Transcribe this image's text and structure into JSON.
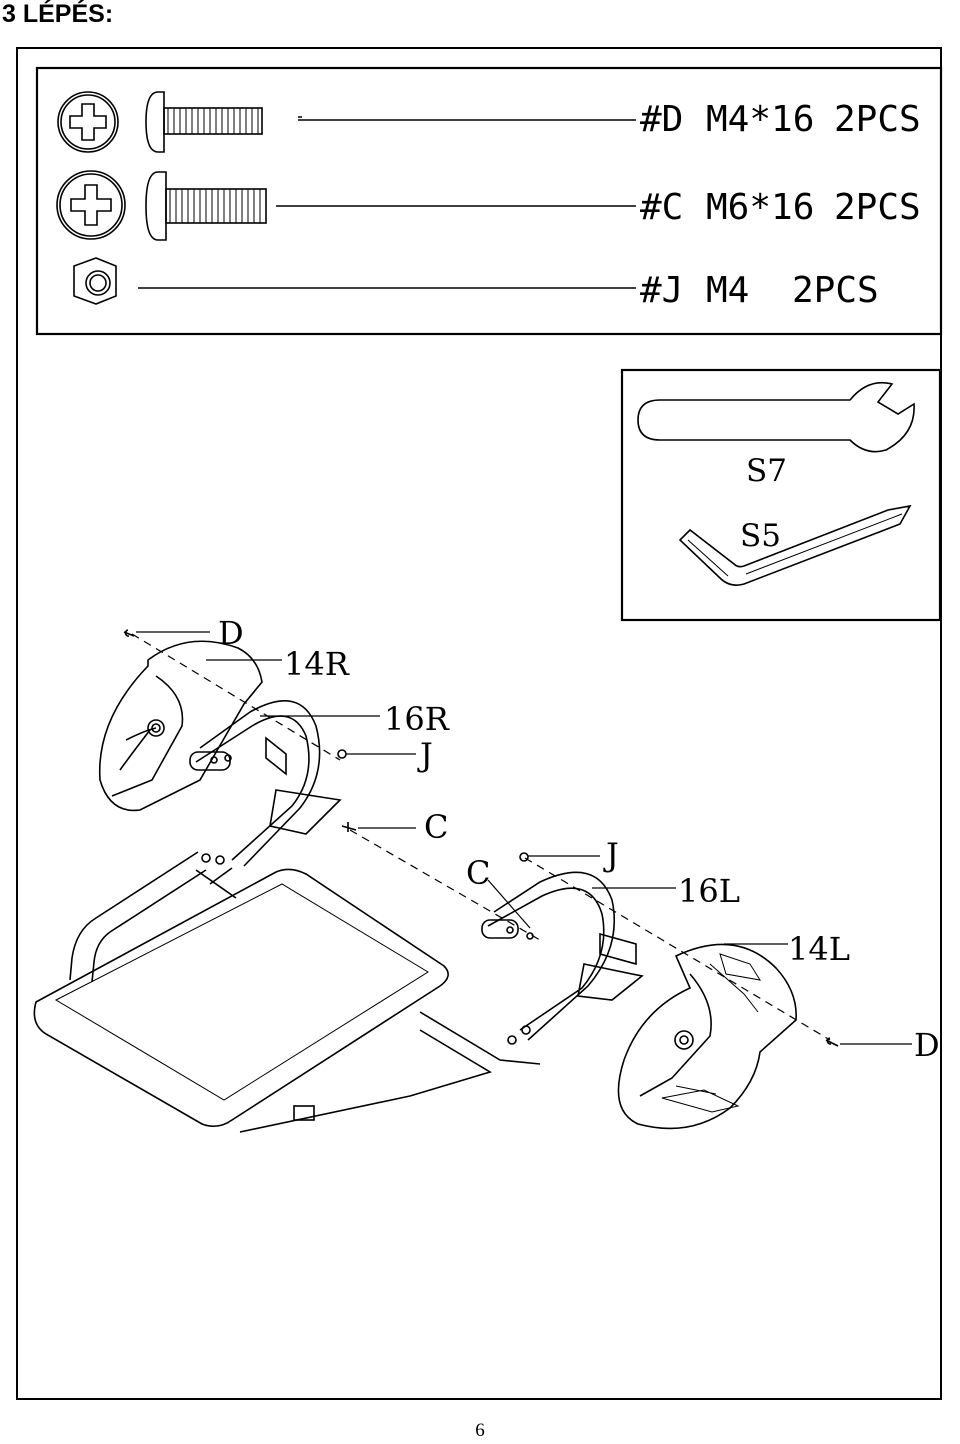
{
  "header": {
    "step_title": "3 LÉPÉS:"
  },
  "hardware": [
    {
      "code": "#D",
      "size": "M4*16",
      "qty": "2PCS"
    },
    {
      "code": "#C",
      "size": "M6*16",
      "qty": "2PCS"
    },
    {
      "code": "#J",
      "size": "M4",
      "qty": "2PCS"
    }
  ],
  "tools": {
    "wrench_label": "S7",
    "hex_key_label": "S5"
  },
  "callouts": {
    "d_top": "D",
    "r14": "14R",
    "r16": "16R",
    "j_right": "J",
    "c_right": "C",
    "c_left": "C",
    "j_left": "J",
    "l16": "16L",
    "l14": "14L",
    "d_bottom": "D"
  },
  "footer": {
    "page_number": "6"
  }
}
